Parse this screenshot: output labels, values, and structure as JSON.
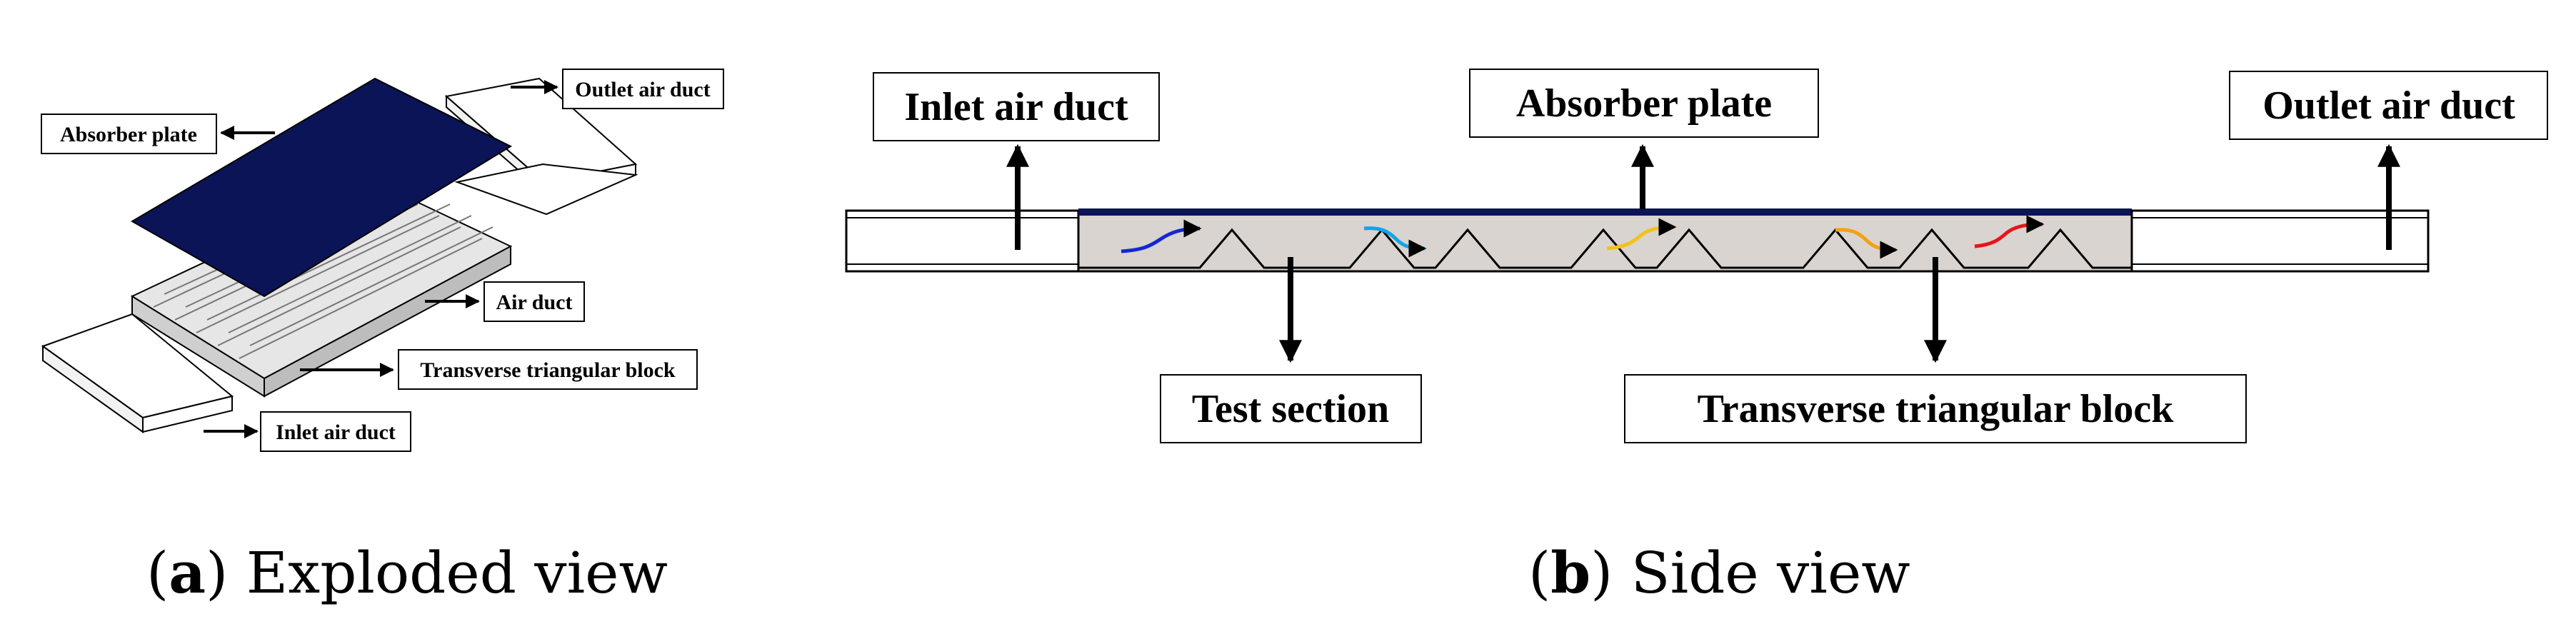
{
  "panel_a": {
    "labels": {
      "outlet_air_duct": "Outlet air duct",
      "absorber_plate": "Absorber plate",
      "air_duct": "Air duct",
      "transverse_triangular_block": "Transverse triangular block",
      "inlet_air_duct": "Inlet air duct"
    },
    "caption": {
      "letter": "a",
      "text": "Exploded view"
    }
  },
  "panel_b": {
    "labels": {
      "inlet_air_duct": "Inlet air duct",
      "absorber_plate": "Absorber plate",
      "outlet_air_duct": "Outlet air duct",
      "test_section": "Test section",
      "transverse_triangular_block": "Transverse triangular block"
    },
    "caption": {
      "letter": "b",
      "text": "Side view"
    },
    "colors": {
      "absorber_plate": "#0b1457",
      "test_section_fill": "#d9d4cf",
      "flow_arrows": [
        "#1427d6",
        "#12a4e8",
        "#f2c21a",
        "#f5a014",
        "#e8141b"
      ]
    }
  }
}
